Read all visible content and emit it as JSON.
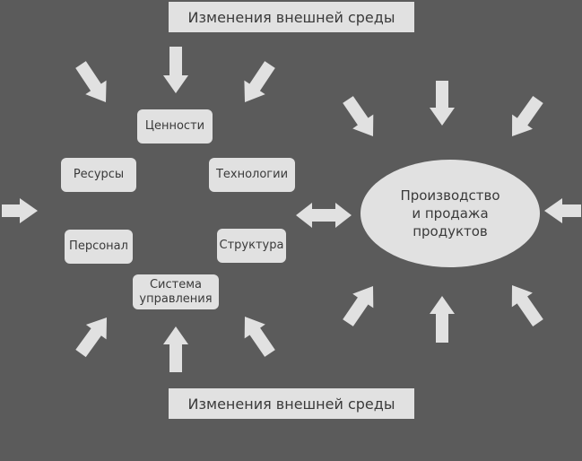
{
  "diagram": {
    "top_banner": "Изменения внешней среды",
    "bottom_banner": "Изменения внешней среды",
    "nodes": {
      "values": "Ценности",
      "resources": "Ресурсы",
      "technologies": "Технологии",
      "personnel": "Персонал",
      "structure": "Структура",
      "management_line1": "Система",
      "management_line2": "управления"
    },
    "production": {
      "line1": "Производство",
      "line2": "и продажа",
      "line3": "продуктов"
    },
    "colors": {
      "background": "#5b5b5b",
      "shape_fill": "#e1e1e1",
      "text": "#3a3a3a"
    }
  }
}
